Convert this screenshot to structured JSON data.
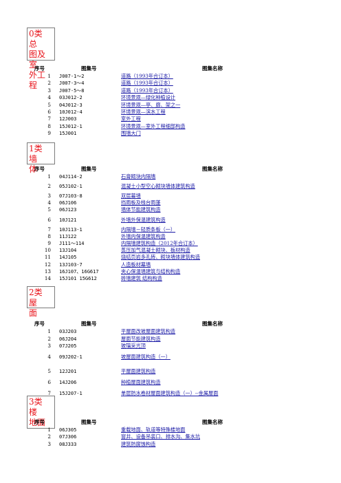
{
  "header": {
    "num": "序号",
    "code": "图集号",
    "name": "图集名称"
  },
  "sections": [
    {
      "title": "0类 总图及室外工程",
      "title_lines": [
        "0类 总",
        "图及室",
        "外工程"
      ],
      "rows": [
        {
          "num": "1",
          "code": "J007-1～2",
          "name": "道路（1993年合订本）"
        },
        {
          "num": "2",
          "code": "J007-3～4",
          "name": "道路（1993年合订本）"
        },
        {
          "num": "3",
          "code": "J007-5～8",
          "name": "道路（1993年合订本）"
        },
        {
          "num": "4",
          "code": "03J012-2",
          "name": "环境景观—绿化种植设计"
        },
        {
          "num": "5",
          "code": "04J012-3",
          "name": "环境景观—亭、廊、架之一"
        },
        {
          "num": "6",
          "code": "10J012-4",
          "name": "环境景观—滨水工程"
        },
        {
          "num": "7",
          "code": "12J003",
          "name": "室外工程"
        },
        {
          "num": "8",
          "code": "15J012-1",
          "name": "环境景观—室外工程细部构造"
        },
        {
          "num": "9",
          "code": "15J001",
          "name": "围墙大门"
        }
      ]
    },
    {
      "title": "1类 墙体",
      "title_lines": [
        "1类 墙",
        "体"
      ],
      "rows": [
        {
          "num": "1",
          "code": "04J114-2",
          "name": "石膏砌块内隔墙"
        },
        {
          "num": "2",
          "code": "05J102-1",
          "name": "混凝土小型空心砌块墙体建筑构造"
        },
        {
          "num": "3",
          "code": "07J103-8",
          "name": "双层幕墙"
        },
        {
          "num": "4",
          "code": "06J106",
          "name": "挡雨板及栈台雨蓬"
        },
        {
          "num": "5",
          "code": "06J123",
          "name": "墙体节能建筑构造"
        },
        {
          "num": "6",
          "code": "10J121",
          "name": "外墙外保温建筑构造"
        },
        {
          "num": "7",
          "code": "10J113-1",
          "name": "内隔墙－轻质条板（一）"
        },
        {
          "num": "8",
          "code": "11J122",
          "name": "外墙内保温建筑构造"
        },
        {
          "num": "9",
          "code": "J111～114",
          "name": "内隔墙建筑构造（2012年合订本）"
        },
        {
          "num": "10",
          "code": "13J104",
          "name": "蒸压加气混凝土砌块、板材构造"
        },
        {
          "num": "11",
          "code": "14J105",
          "name": "烧结页岩多孔砖、砌块墙体建筑构造"
        },
        {
          "num": "12",
          "code": "13J103-7",
          "name": "人造板材幕墙"
        },
        {
          "num": "13",
          "code": "16J107、16G617",
          "name": "夹心保温墙建筑与结构构造"
        },
        {
          "num": "14",
          "code": "15J101 15G612",
          "name": "砖墙建筑 结构构造"
        }
      ]
    },
    {
      "title": "2类 屋面",
      "title_lines": [
        "2类 屋",
        "面"
      ],
      "rows": [
        {
          "num": "1",
          "code": "03J203",
          "name": "平屋面改坡屋面建筑构造"
        },
        {
          "num": "2",
          "code": "06J204",
          "name": "屋面节能建筑构造"
        },
        {
          "num": "3",
          "code": "07J205",
          "name": "玻璃采光顶"
        },
        {
          "num": "4",
          "code": "09J202-1",
          "name": "坡屋面建筑构造（一）"
        },
        {
          "num": "5",
          "code": "12J201",
          "name": "平屋面建筑构造"
        },
        {
          "num": "6",
          "code": "14J206",
          "name": "种植屋面建筑构造"
        },
        {
          "num": "7",
          "code": "15J207-1",
          "name": "单层防水卷材屋面建筑构造（一）--金属屋面"
        }
      ]
    },
    {
      "title": "3类 楼地面",
      "title_lines": [
        "3类 楼",
        "地面"
      ],
      "rows": [
        {
          "num": "1",
          "code": "06J305",
          "name": "重载地面、轨道等特殊楼地面"
        },
        {
          "num": "2",
          "code": "07J306",
          "name": "窗井、设备吊装口、排水沟、集水坑"
        },
        {
          "num": "3",
          "code": "08J333",
          "name": "建筑防腐蚀构造"
        }
      ]
    }
  ]
}
